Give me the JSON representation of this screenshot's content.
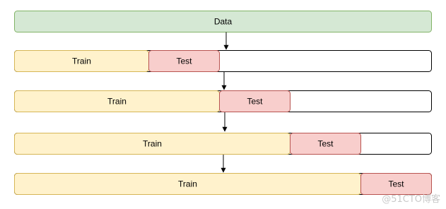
{
  "data_bar": {
    "label": "Data"
  },
  "folds": [
    {
      "train_label": "Train",
      "test_label": "Test"
    },
    {
      "train_label": "Train",
      "test_label": "Test"
    },
    {
      "train_label": "Train",
      "test_label": "Test"
    },
    {
      "train_label": "Train",
      "test_label": "Test"
    }
  ],
  "watermark": "@51CTO博客",
  "colors": {
    "data_fill": "#d5e8d4",
    "data_stroke": "#82b366",
    "train_fill": "#fff2cc",
    "train_stroke": "#d6b656",
    "test_fill": "#f8cecc",
    "test_stroke": "#b85450",
    "outline": "#000000",
    "arrow": "#000000"
  }
}
